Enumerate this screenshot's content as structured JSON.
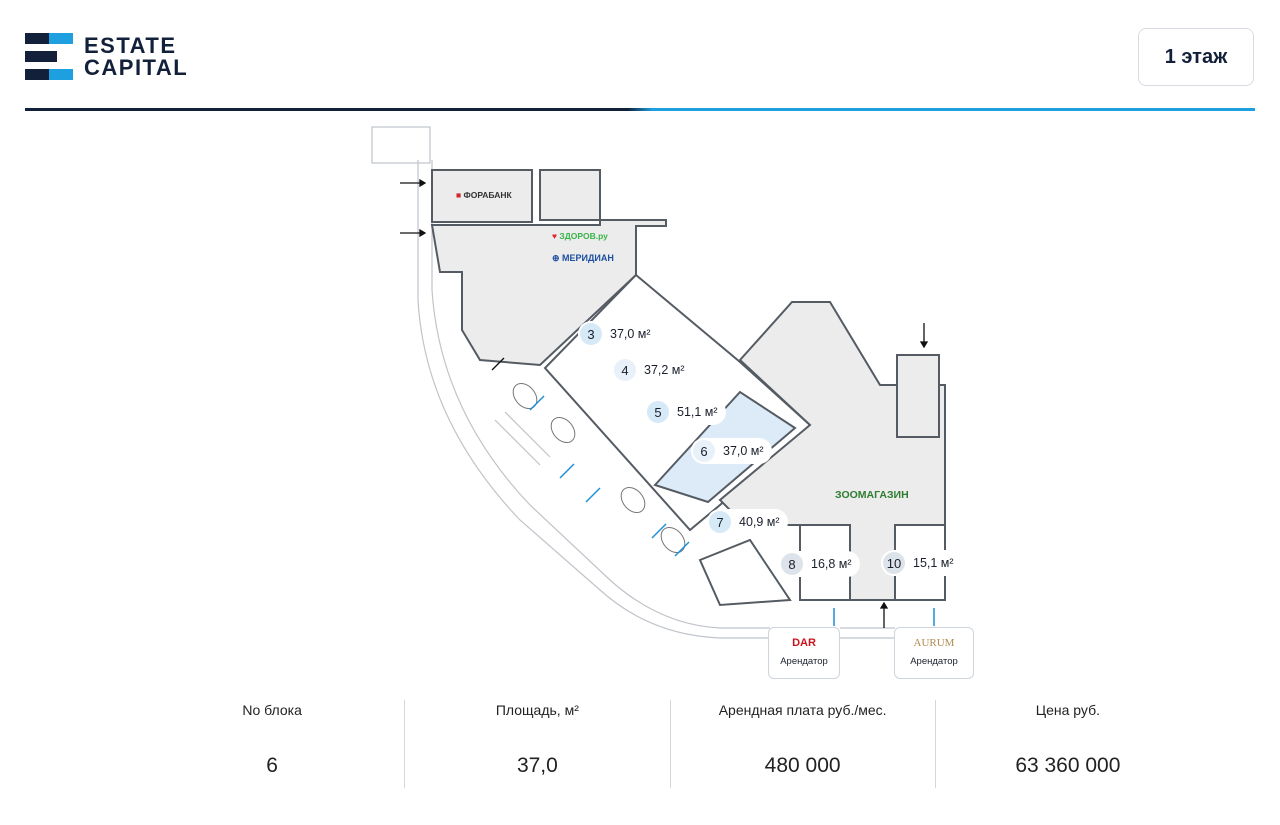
{
  "header": {
    "logo_line1": "ESTATE",
    "logo_line2": "CAPITAL",
    "floor_button": "1 этаж",
    "colors": {
      "navy": "#12203a",
      "blue": "#1ea0e0"
    }
  },
  "plan": {
    "brands": {
      "forabank": "ФОРАБАНК",
      "zdorov": "ЗДОРОВ.ру",
      "meridian": "МЕРИДИАН",
      "zoo": "ЗООМАГАЗИН"
    },
    "units": [
      {
        "number": "3",
        "area": "37,0 м²"
      },
      {
        "number": "4",
        "area": "37,2 м²"
      },
      {
        "number": "5",
        "area": "51,1 м²"
      },
      {
        "number": "6",
        "area": "37,0 м²",
        "selected": true
      },
      {
        "number": "7",
        "area": "40,9 м²"
      },
      {
        "number": "8",
        "area": "16,8 м²"
      },
      {
        "number": "10",
        "area": "15,1 м²"
      }
    ],
    "tenants": [
      {
        "logo": "DAR",
        "caption": "Арендатор"
      },
      {
        "logo": "AURUM",
        "caption": "Арендатор"
      }
    ]
  },
  "summary": {
    "columns": [
      {
        "header": "No блока",
        "value": "6"
      },
      {
        "header": "Площадь, м²",
        "value": "37,0"
      },
      {
        "header": "Арендная плата руб./мес.",
        "value": "480 000"
      },
      {
        "header": "Цена руб.",
        "value": "63 360 000"
      }
    ]
  }
}
